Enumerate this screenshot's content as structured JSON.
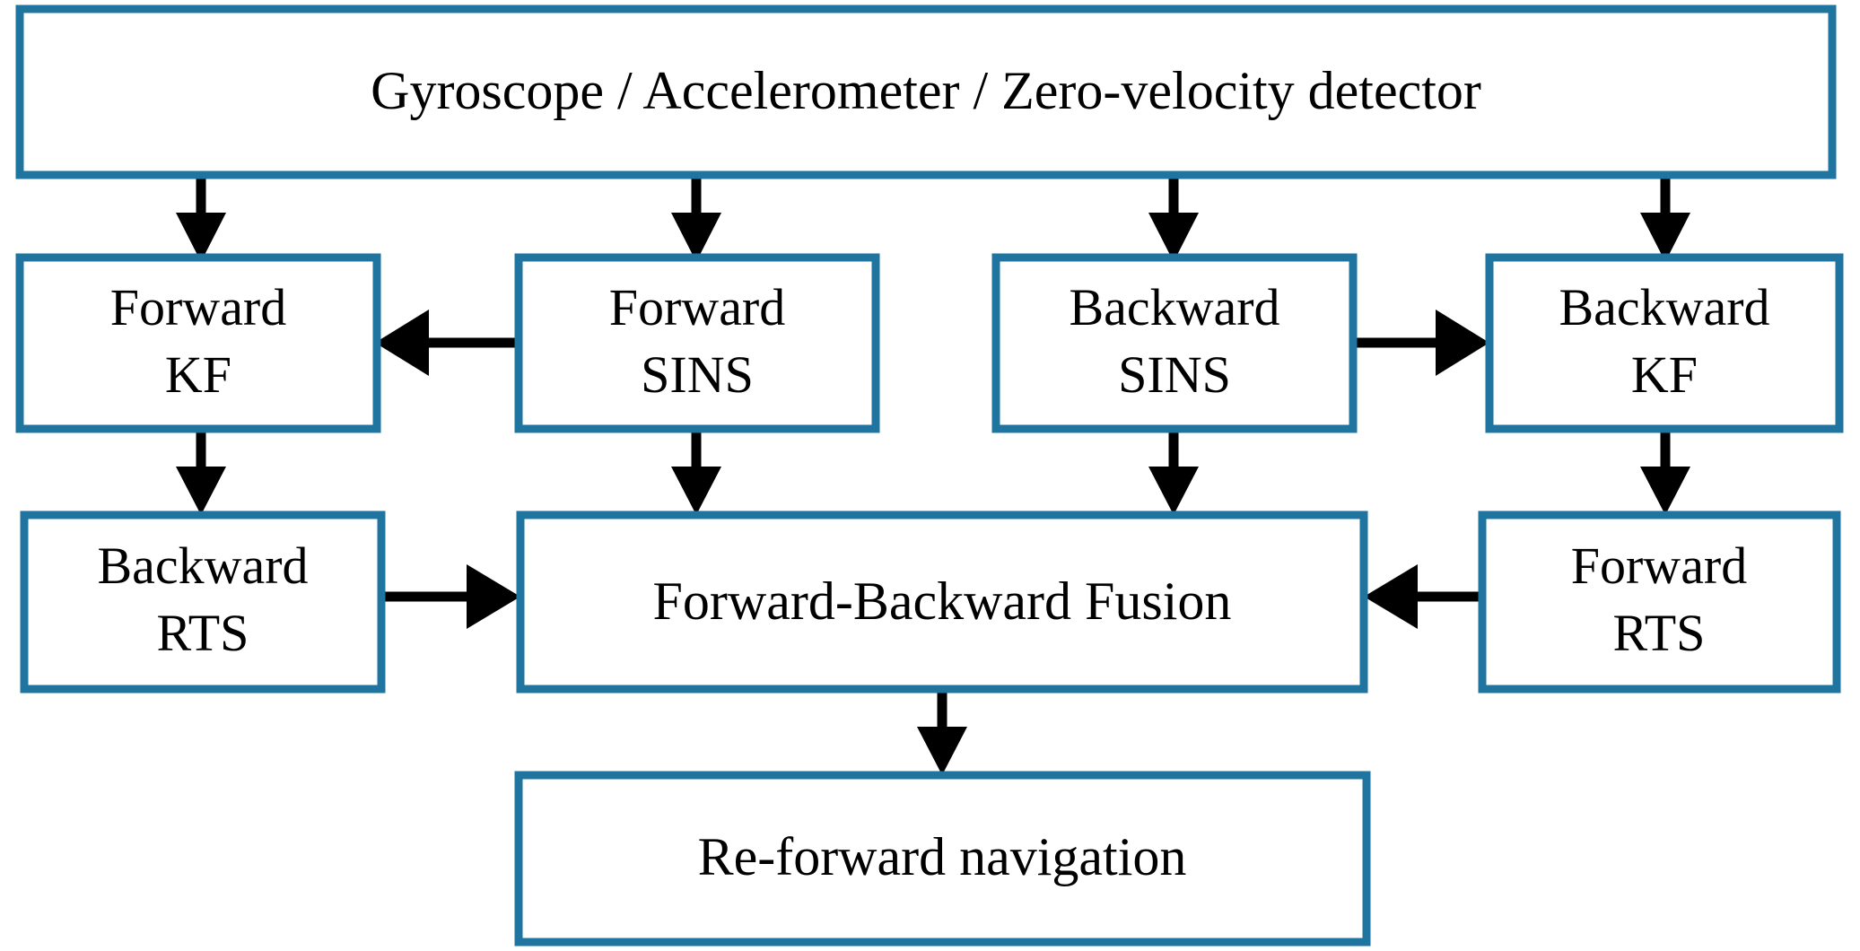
{
  "diagram": {
    "title": "Forward-Backward Fusion Navigation Block Diagram",
    "colors": {
      "box_border": "#1f75a0",
      "box_fill": "#ffffff",
      "arrow": "#000000",
      "text": "#000000",
      "background": "#ffffff"
    },
    "nodes": [
      {
        "id": "sensors",
        "label_lines": [
          "Gyroscope / Accelerometer / Zero-velocity detector"
        ],
        "line1": "Gyroscope / Accelerometer / Zero-velocity detector",
        "line2": ""
      },
      {
        "id": "forward-kf",
        "label_lines": [
          "Forward",
          "KF"
        ],
        "line1": "Forward",
        "line2": "KF"
      },
      {
        "id": "forward-sins",
        "label_lines": [
          "Forward",
          "SINS"
        ],
        "line1": "Forward",
        "line2": "SINS"
      },
      {
        "id": "backward-sins",
        "label_lines": [
          "Backward",
          "SINS"
        ],
        "line1": "Backward",
        "line2": "SINS"
      },
      {
        "id": "backward-kf",
        "label_lines": [
          "Backward",
          "KF"
        ],
        "line1": "Backward",
        "line2": "KF"
      },
      {
        "id": "backward-rts",
        "label_lines": [
          "Backward",
          "RTS"
        ],
        "line1": "Backward",
        "line2": "RTS"
      },
      {
        "id": "fusion",
        "label_lines": [
          "Forward-Backward Fusion"
        ],
        "line1": "Forward-Backward Fusion",
        "line2": ""
      },
      {
        "id": "forward-rts",
        "label_lines": [
          "Forward",
          "RTS"
        ],
        "line1": "Forward",
        "line2": "RTS"
      },
      {
        "id": "re-forward-navigation",
        "label_lines": [
          "Re-forward navigation"
        ],
        "line1": "Re-forward navigation",
        "line2": ""
      }
    ],
    "edges": [
      {
        "id": "sensors-to-forward-kf",
        "from": "sensors",
        "to": "forward-kf",
        "direction": "down"
      },
      {
        "id": "sensors-to-forward-sins",
        "from": "sensors",
        "to": "forward-sins",
        "direction": "down"
      },
      {
        "id": "sensors-to-backward-sins",
        "from": "sensors",
        "to": "backward-sins",
        "direction": "down"
      },
      {
        "id": "sensors-to-backward-kf",
        "from": "sensors",
        "to": "backward-kf",
        "direction": "down"
      },
      {
        "id": "forward-sins-to-forward-kf",
        "from": "forward-sins",
        "to": "forward-kf",
        "direction": "left"
      },
      {
        "id": "backward-sins-to-backward-kf",
        "from": "backward-sins",
        "to": "backward-kf",
        "direction": "right"
      },
      {
        "id": "forward-kf-to-backward-rts",
        "from": "forward-kf",
        "to": "backward-rts",
        "direction": "down"
      },
      {
        "id": "forward-sins-to-fusion",
        "from": "forward-sins",
        "to": "fusion",
        "direction": "down"
      },
      {
        "id": "backward-sins-to-fusion",
        "from": "backward-sins",
        "to": "fusion",
        "direction": "down"
      },
      {
        "id": "backward-kf-to-forward-rts",
        "from": "backward-kf",
        "to": "forward-rts",
        "direction": "down"
      },
      {
        "id": "backward-rts-to-fusion",
        "from": "backward-rts",
        "to": "fusion",
        "direction": "right"
      },
      {
        "id": "forward-rts-to-fusion",
        "from": "forward-rts",
        "to": "fusion",
        "direction": "left"
      },
      {
        "id": "fusion-to-re-forward",
        "from": "fusion",
        "to": "re-forward-navigation",
        "direction": "down"
      }
    ]
  }
}
